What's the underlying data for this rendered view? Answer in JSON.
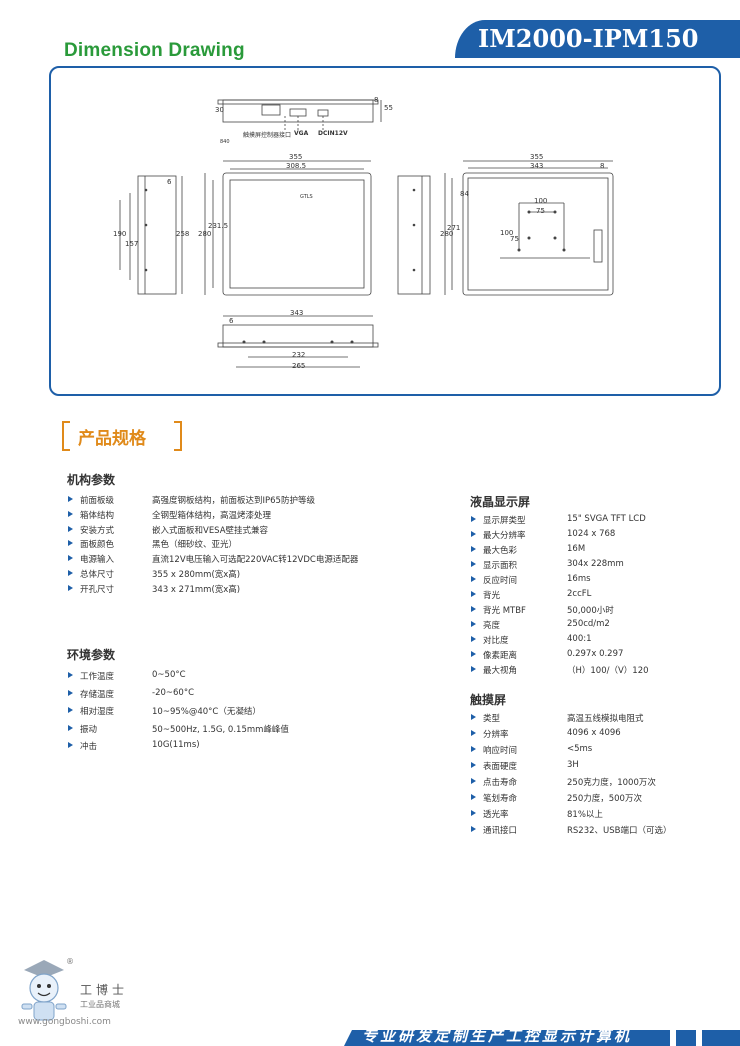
{
  "header": {
    "section_title": "Dimension Drawing",
    "model": "IM2000-IPM150"
  },
  "drawing": {
    "top_view": {
      "d30": "30",
      "d8": "8",
      "d55": "55",
      "touch_label": "触摸屏控制器接口",
      "vga": "VGA",
      "dc": "DCIN12V",
      "small": "840"
    },
    "side_left": {
      "d6": "6",
      "d190": "190",
      "d157": "157",
      "d258": "258"
    },
    "front": {
      "w355": "355",
      "w3085": "308.5",
      "h280": "280",
      "h2315": "231.5",
      "logo": "GTLS"
    },
    "back": {
      "w355": "355",
      "w343": "343",
      "d8": "8",
      "d84": "84",
      "h280": "280",
      "h271": "271",
      "v100": "100",
      "v75": "75",
      "v100b": "100",
      "v75b": "75"
    },
    "bottom_view": {
      "d6": "6",
      "w343": "343",
      "w232": "232",
      "w265": "265"
    }
  },
  "specs": {
    "title": "产品规格",
    "mechanical": {
      "title": "机构参数",
      "rows": [
        {
          "label": "前面板级",
          "value": "高强度钢板结构，前面板达到IP65防护等级"
        },
        {
          "label": "箱体结构",
          "value": "全钢型箱体结构，高温烤漆处理"
        },
        {
          "label": "安装方式",
          "value": "嵌入式面板和VESA壁挂式兼容"
        },
        {
          "label": "面板颜色",
          "value": "黑色（细砂纹、亚光）"
        },
        {
          "label": "电源输入",
          "value": "直流12V电压输入可选配220VAC转12VDC电源适配器"
        },
        {
          "label": "总体尺寸",
          "value": "355 x 280mm(宽x高)"
        },
        {
          "label": "开孔尺寸",
          "value": "343 x 271mm(宽x高)"
        }
      ]
    },
    "environment": {
      "title": "环境参数",
      "rows": [
        {
          "label": "工作温度",
          "value": "0~50°C"
        },
        {
          "label": "存储温度",
          "value": "-20~60°C"
        },
        {
          "label": "相对湿度",
          "value": "10~95%@40°C（无凝结）"
        },
        {
          "label": "振动",
          "value": "50~500Hz, 1.5G, 0.15mm峰峰值"
        },
        {
          "label": "冲击",
          "value": "10G(11ms)"
        }
      ]
    },
    "lcd": {
      "title": "液晶显示屏",
      "rows": [
        {
          "label": "显示屏类型",
          "value": "15\" SVGA TFT LCD"
        },
        {
          "label": "最大分辨率",
          "value": "1024 x 768"
        },
        {
          "label": "最大色彩",
          "value": "16M"
        },
        {
          "label": "显示面积",
          "value": "304x 228mm"
        },
        {
          "label": "反应时间",
          "value": "16ms"
        },
        {
          "label": "背光",
          "value": "2ccFL"
        },
        {
          "label": "背光 MTBF",
          "value": "50,000小时"
        },
        {
          "label": "亮度",
          "value": "250cd/m2"
        },
        {
          "label": "对比度",
          "value": "400:1"
        },
        {
          "label": "像素距离",
          "value": "0.297x 0.297"
        },
        {
          "label": "最大视角",
          "value": "（H）100/（V）120"
        }
      ]
    },
    "touch": {
      "title": "触摸屏",
      "rows": [
        {
          "label": "类型",
          "value": "高温五线模拟电阻式"
        },
        {
          "label": "分辨率",
          "value": "4096 x 4096"
        },
        {
          "label": "响应时间",
          "value": "<5ms"
        },
        {
          "label": "表面硬度",
          "value": "3H"
        },
        {
          "label": "点击寿命",
          "value": "250克力度，1000万次"
        },
        {
          "label": "笔划寿命",
          "value": "250力度，500万次"
        },
        {
          "label": "透光率",
          "value": "81%以上"
        },
        {
          "label": "通讯接口",
          "value": "RS232、USB端口（可选）"
        }
      ]
    }
  },
  "footer": {
    "slogan": "专业研发定制生产工控显示计算机",
    "logo_name": "工博士",
    "logo_sub": "工业品商城",
    "url": "www.gongboshi.com",
    "registered": "®"
  },
  "colors": {
    "brand_blue": "#1e5fa8",
    "accent_orange": "#e08a1a",
    "title_green": "#2a9a3a"
  }
}
